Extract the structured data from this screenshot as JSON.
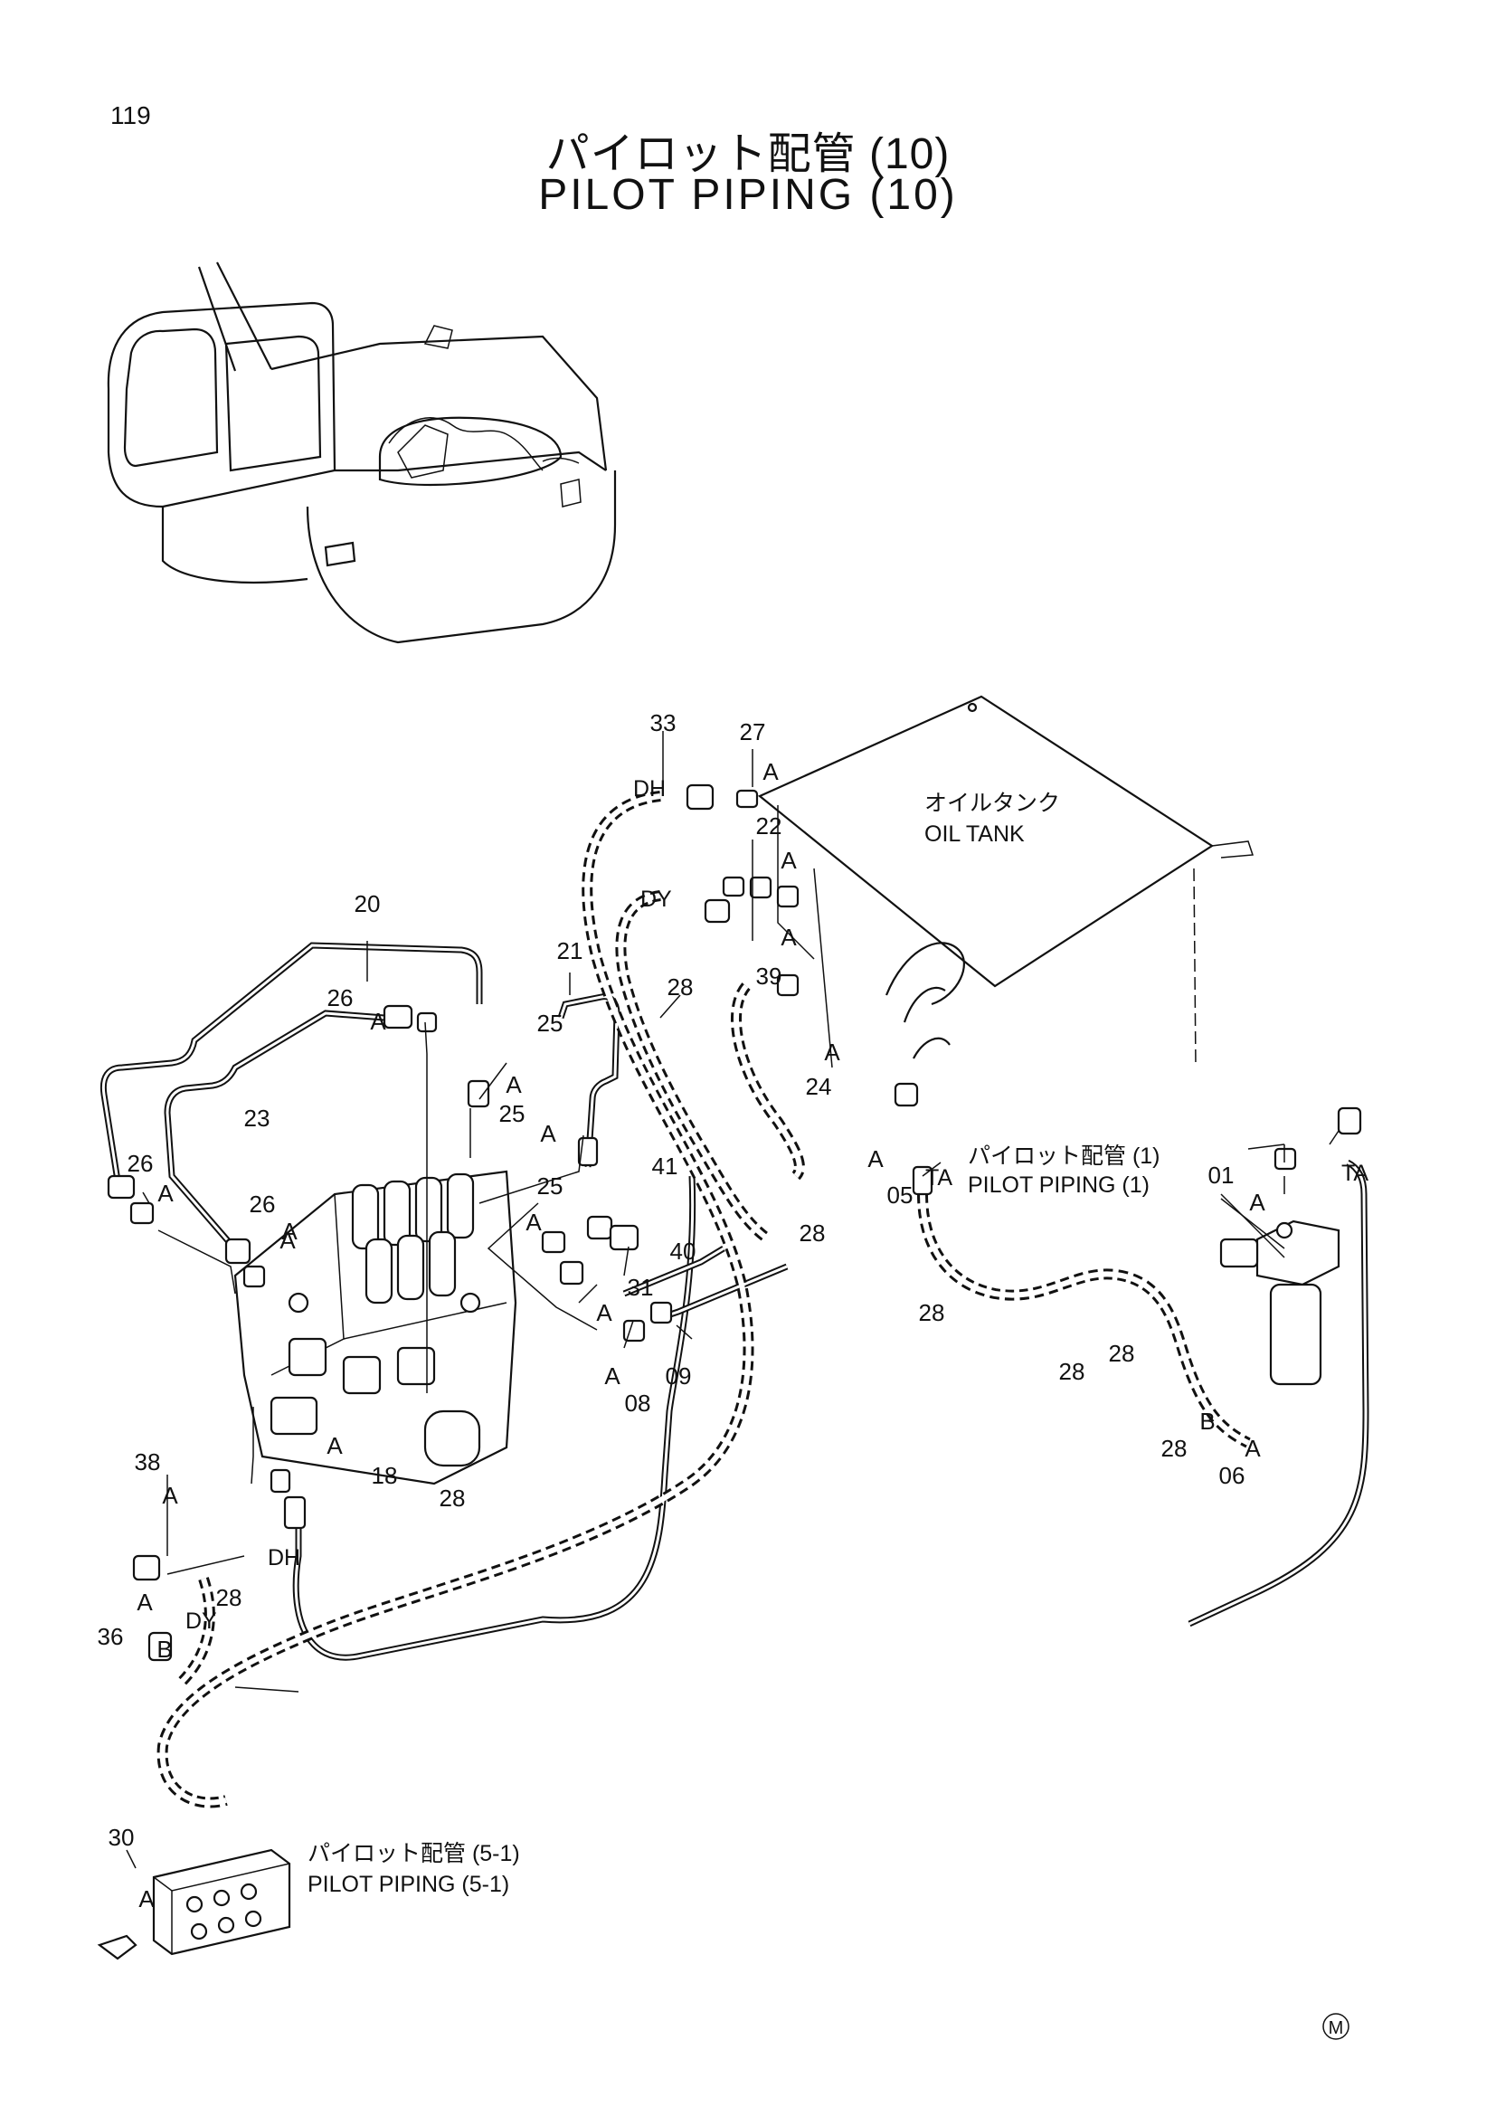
{
  "page_number": "119",
  "title_jp": "パイロット配管 (10)",
  "title_en": "PILOT PIPING (10)",
  "callouts": {
    "c33": "33",
    "c27": "27",
    "c22": "22",
    "c39": "39",
    "c20": "20",
    "c21": "21",
    "c28a": "28",
    "c26a": "26",
    "c25a": "25",
    "c25b": "25",
    "c23": "23",
    "c24": "24",
    "c26b": "26",
    "c26c": "26",
    "c25c": "25",
    "c41": "41",
    "c40": "40",
    "c28b": "28",
    "c31": "31",
    "c09": "09",
    "c08": "08",
    "c05": "05",
    "c01": "01",
    "c28c": "28",
    "c28d": "28",
    "c28e": "28",
    "c28f": "28",
    "c06": "06",
    "c38": "38",
    "c18": "18",
    "c28g": "28",
    "c28h": "28",
    "c36": "36",
    "c30": "30"
  },
  "connectors": {
    "a1": "A",
    "a2": "A",
    "a3": "A",
    "a4": "A",
    "a5": "A",
    "a6": "A",
    "a7": "A",
    "a8": "A",
    "a9": "A",
    "a10": "A",
    "a11": "A",
    "a12": "A",
    "a13": "A",
    "a14": "A",
    "a15": "A",
    "a16": "A",
    "a17": "A",
    "a18": "A",
    "a19": "A",
    "a20": "A",
    "b1": "B",
    "b2": "B"
  },
  "port_labels": {
    "dh1": "DH",
    "dy1": "DY",
    "ta1": "TA",
    "ta2": "TA",
    "dh2": "DH",
    "dy2": "DY"
  },
  "references": {
    "oil_tank_jp": "オイルタンク",
    "oil_tank_en": "OIL  TANK",
    "pilot1_jp": "パイロット配管 (1)",
    "pilot1_en": "PILOT PIPING (1)",
    "pilot51_jp": "パイロット配管 (5-1)",
    "pilot51_en": "PILOT PIPING (5-1)"
  },
  "mark": "M"
}
